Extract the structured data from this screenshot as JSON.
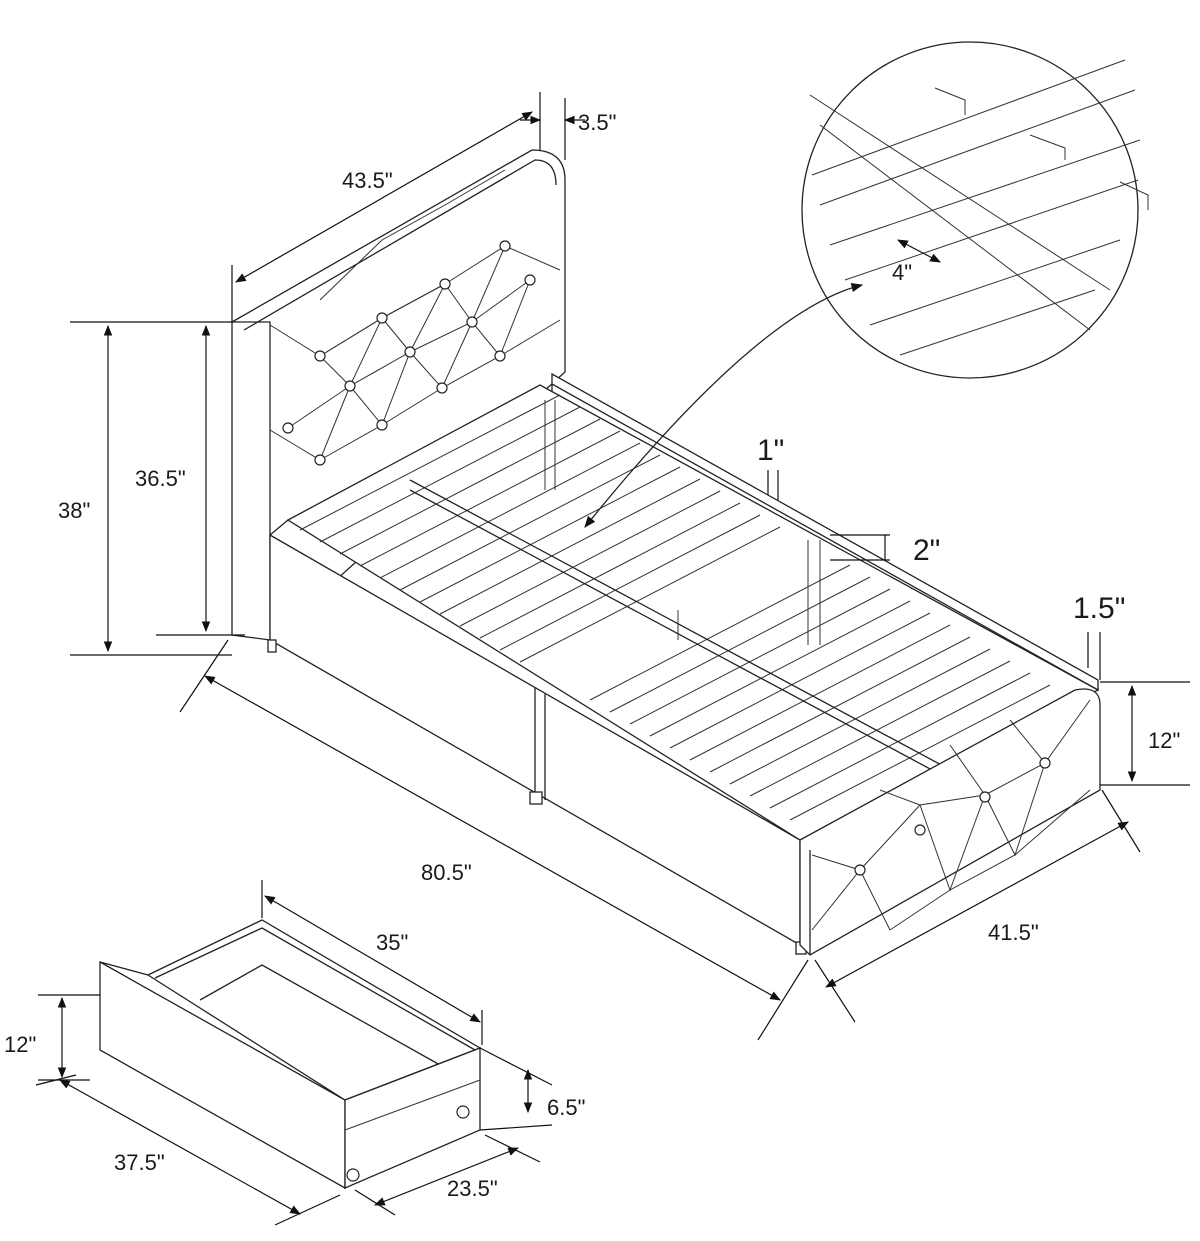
{
  "dimensions": {
    "headboard_width": "43.5\"",
    "headboard_depth": "3.5\"",
    "overall_height": "38\"",
    "headboard_panel_height": "36.5\"",
    "slat_gap": "4\"",
    "slat_width": "1\"",
    "side_rail_height": "2\"",
    "footboard_thickness": "1.5\"",
    "footboard_height": "12\"",
    "overall_length": "80.5\"",
    "overall_width": "41.5\"",
    "drawer_width": "35\"",
    "drawer_height": "12\"",
    "drawer_front_length": "37.5\"",
    "drawer_depth": "23.5\"",
    "drawer_box_height": "6.5\""
  }
}
